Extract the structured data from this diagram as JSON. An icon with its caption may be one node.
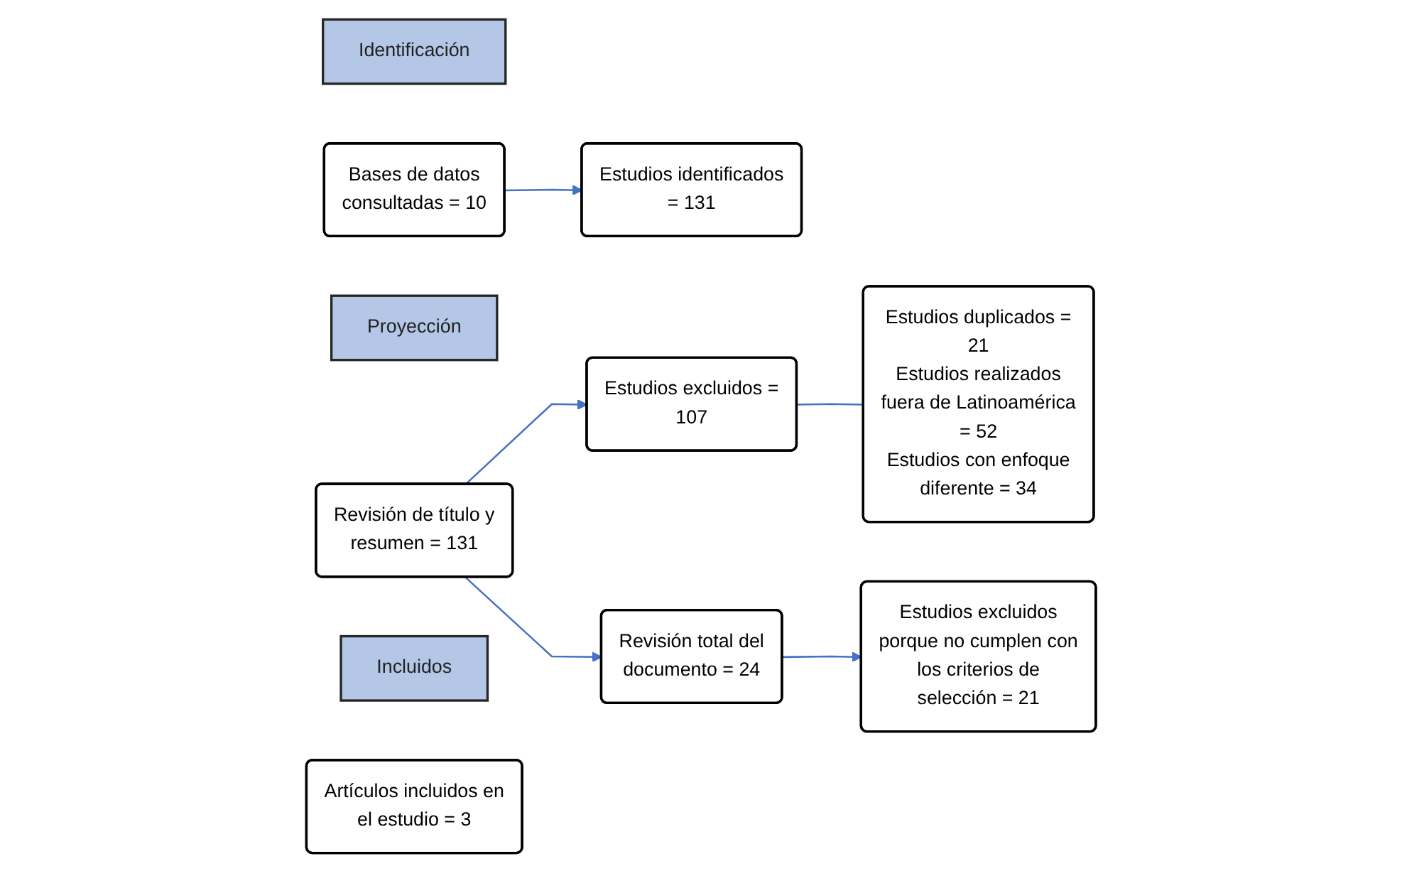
{
  "diagram": {
    "nodes": [
      {
        "text": [
          "Identificación"
        ]
      },
      {
        "text": [
          "Bases de datos consultadas = 10"
        ]
      },
      {
        "text": [
          "Estudios identificados = 131"
        ]
      },
      {
        "text": [
          "Proyección"
        ]
      },
      {
        "text": [
          "Revisión de título y resumen = 131"
        ]
      },
      {
        "text": [
          "Estudios excluidos = 107"
        ]
      },
      {
        "text": [
          "Estudios duplicados = 21",
          "Estudios realizados fuera de Latinoamérica = 52",
          "Estudios con enfoque diferente = 34"
        ]
      },
      {
        "text": [
          "Revisión total del documento = 24"
        ]
      },
      {
        "text": [
          "Estudios excluidos porque no cumplen con los criterios de selección = 21"
        ]
      },
      {
        "text": [
          "Incluidos"
        ]
      },
      {
        "text": [
          "Artículos incluidos en el estudio = 3"
        ]
      }
    ],
    "edges": [
      {
        "from": 1,
        "to": 2,
        "arrow": "to"
      },
      {
        "from": 4,
        "to": 5,
        "arrow": "to"
      },
      {
        "from": 5,
        "to": 6,
        "arrow": "none"
      },
      {
        "from": 4,
        "to": 7,
        "arrow": "to"
      },
      {
        "from": 7,
        "to": 8,
        "arrow": "to"
      }
    ]
  }
}
